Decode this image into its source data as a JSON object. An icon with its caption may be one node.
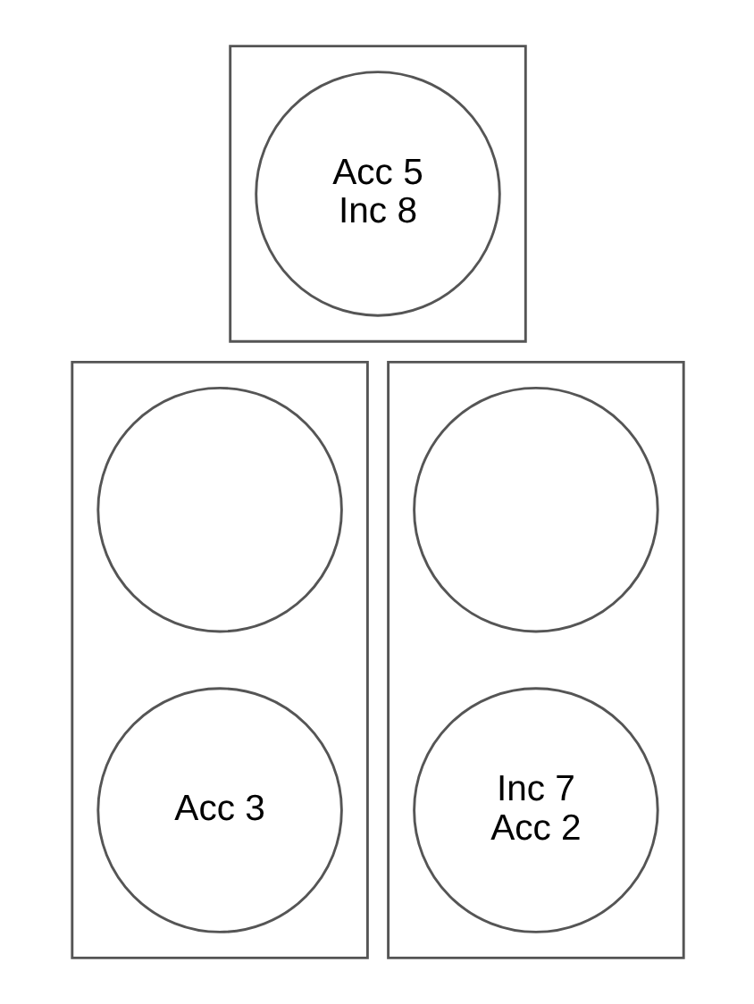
{
  "diagram": {
    "nodes": [
      {
        "text": [],
        "shape": "box"
      },
      {
        "text": [
          "Acc 5",
          "Inc 8"
        ],
        "in": 0
      },
      {
        "text": [],
        "shape": "box"
      },
      {
        "text": [],
        "shape": "circle",
        "in": 2
      },
      {
        "text": [
          "Acc 3"
        ],
        "in": 2
      },
      {
        "text": [],
        "shape": "box"
      },
      {
        "text": [],
        "shape": "circle",
        "in": 5
      },
      {
        "text": [
          "Inc 7",
          "Acc 2"
        ],
        "in": 5
      }
    ]
  }
}
